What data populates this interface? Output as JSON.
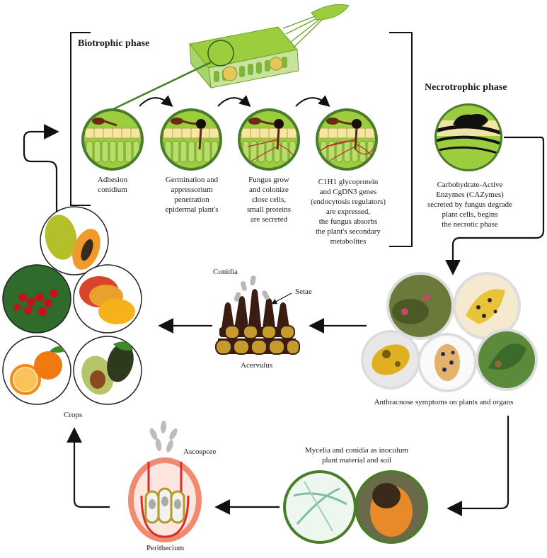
{
  "phases": {
    "biotrophic": {
      "title": "Biotrophic phase"
    },
    "necrotrophic": {
      "title": "Necrotrophic phase"
    }
  },
  "stages": [
    {
      "id": "adhesion",
      "label": "Adhesion\nconidium"
    },
    {
      "id": "germination",
      "label": "Germination and\nappressorium\npenetration\nepidermal plant's"
    },
    {
      "id": "colonize",
      "label": "Fungus grow\nand colonize\nclose cells,\nsmall proteins\nare secreted"
    },
    {
      "id": "genes",
      "label": "C1H1 glycoprotein\nand CgDN3 genes\n(endocytosis regulators)\nare expressed,\nthe fungus absorbs\nthe plant's secondary\nmetabolites"
    }
  ],
  "necrotic": {
    "label": "Carbohydrate-Active\nEnzymes (CAZymes)\nsecreted by fungus degrade\nplant cells, begins\nthe necrotic phase"
  },
  "symptoms": {
    "label": "Anthracnose symptoms on plants and organs"
  },
  "acervulus": {
    "label": "Acervulus",
    "conidia": "Conidia",
    "setae": "Setae"
  },
  "crops": {
    "label": "Crops"
  },
  "inoculum": {
    "label": "Mycelia and conidia as inoculum\nplant material and soil"
  },
  "perithecium": {
    "label": "Perithecium",
    "ascospore": "Ascospore"
  },
  "colors": {
    "green_ring": "#4a7d2a",
    "leaf_green": "#8cc63f",
    "fungus": "#3a1a10",
    "arrow": "#111111",
    "perithecium": "#f08a70"
  }
}
